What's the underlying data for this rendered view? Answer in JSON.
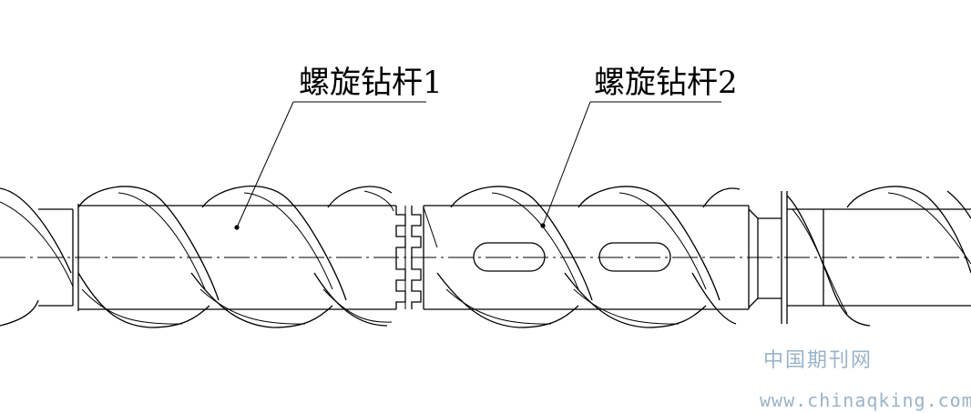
{
  "labels": {
    "rod1": "螺旋钻杆1",
    "rod2": "螺旋钻杆2"
  },
  "watermark": {
    "cn": "中国期刊网",
    "url": "www.chinaqking.com"
  },
  "colors": {
    "line": "#000000",
    "watermark": "#9ab3c8"
  }
}
